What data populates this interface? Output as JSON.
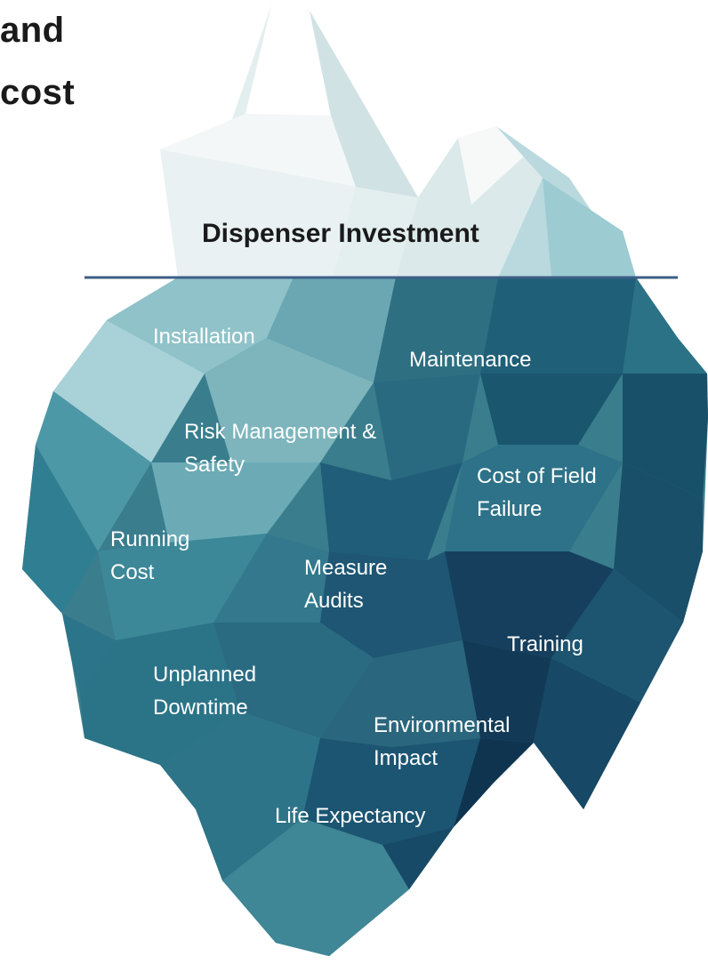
{
  "heading": {
    "line1": "and",
    "line2": "cost"
  },
  "iceberg": {
    "waterline_label": "Dispenser Investment",
    "hidden_costs": [
      {
        "lines": [
          "Installation"
        ]
      },
      {
        "lines": [
          "Maintenance"
        ]
      },
      {
        "lines": [
          "Risk Management &",
          "Safety"
        ]
      },
      {
        "lines": [
          "Cost of Field",
          "Failure"
        ]
      },
      {
        "lines": [
          "Running",
          "Cost"
        ]
      },
      {
        "lines": [
          "Measure",
          "Audits"
        ]
      },
      {
        "lines": [
          "Training"
        ]
      },
      {
        "lines": [
          "Unplanned",
          "Downtime"
        ]
      },
      {
        "lines": [
          "Environmental",
          "Impact"
        ]
      },
      {
        "lines": [
          "Life Expectancy"
        ]
      }
    ]
  },
  "colors": {
    "waterline": "#3d5f86",
    "label_text": "#ffffff",
    "heading_text": "#1a1a1a"
  }
}
